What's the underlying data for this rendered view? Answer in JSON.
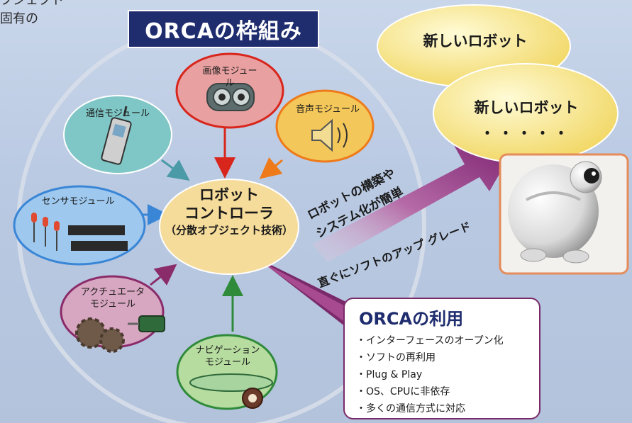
{
  "corner": {
    "line1": "ブジェクト",
    "line2": "固有の"
  },
  "title": "ORCAの枠組み",
  "modules": {
    "image": "画像モジュール",
    "comm": "通信モジュール",
    "audio": "音声モジュール",
    "sensor": "センサモジュール",
    "actuator_1": "アクチュエータ",
    "actuator_2": "モジュール",
    "navigation_1": "ナビゲーション",
    "navigation_2": "モジュール"
  },
  "controller": {
    "line1": "ロボット",
    "line2": "コントローラ",
    "line3": "（分散オブジェクト技術）"
  },
  "arrow_text": {
    "line1": "ロボットの構築や",
    "line2": "システム化が簡単",
    "line3": "直ぐにソフトのアップ グレード"
  },
  "new_robots": {
    "back": "新しいロボット",
    "front": "新しいロボット",
    "dots": "・・・・・"
  },
  "usage": {
    "title": "ORCAの利用",
    "items": [
      "・インターフェースのオープン化",
      "・ソフトの再利用",
      "・Plug & Play",
      "・OS、CPUに非依存",
      "・多くの通信方式に対応"
    ]
  },
  "colors": {
    "title_bg": "#1f2d6e",
    "image_module": "#e8a0a0",
    "comm_module": "#7fc6c6",
    "audio_module": "#f4c75a",
    "sensor_module": "#9ec8ee",
    "actuator_module": "#d7a6c0",
    "navigation_module": "#b7dca0",
    "controller": "#f6dc9a",
    "robot_bubble": "#f4e27a",
    "arrow": "#8b2a7a"
  }
}
